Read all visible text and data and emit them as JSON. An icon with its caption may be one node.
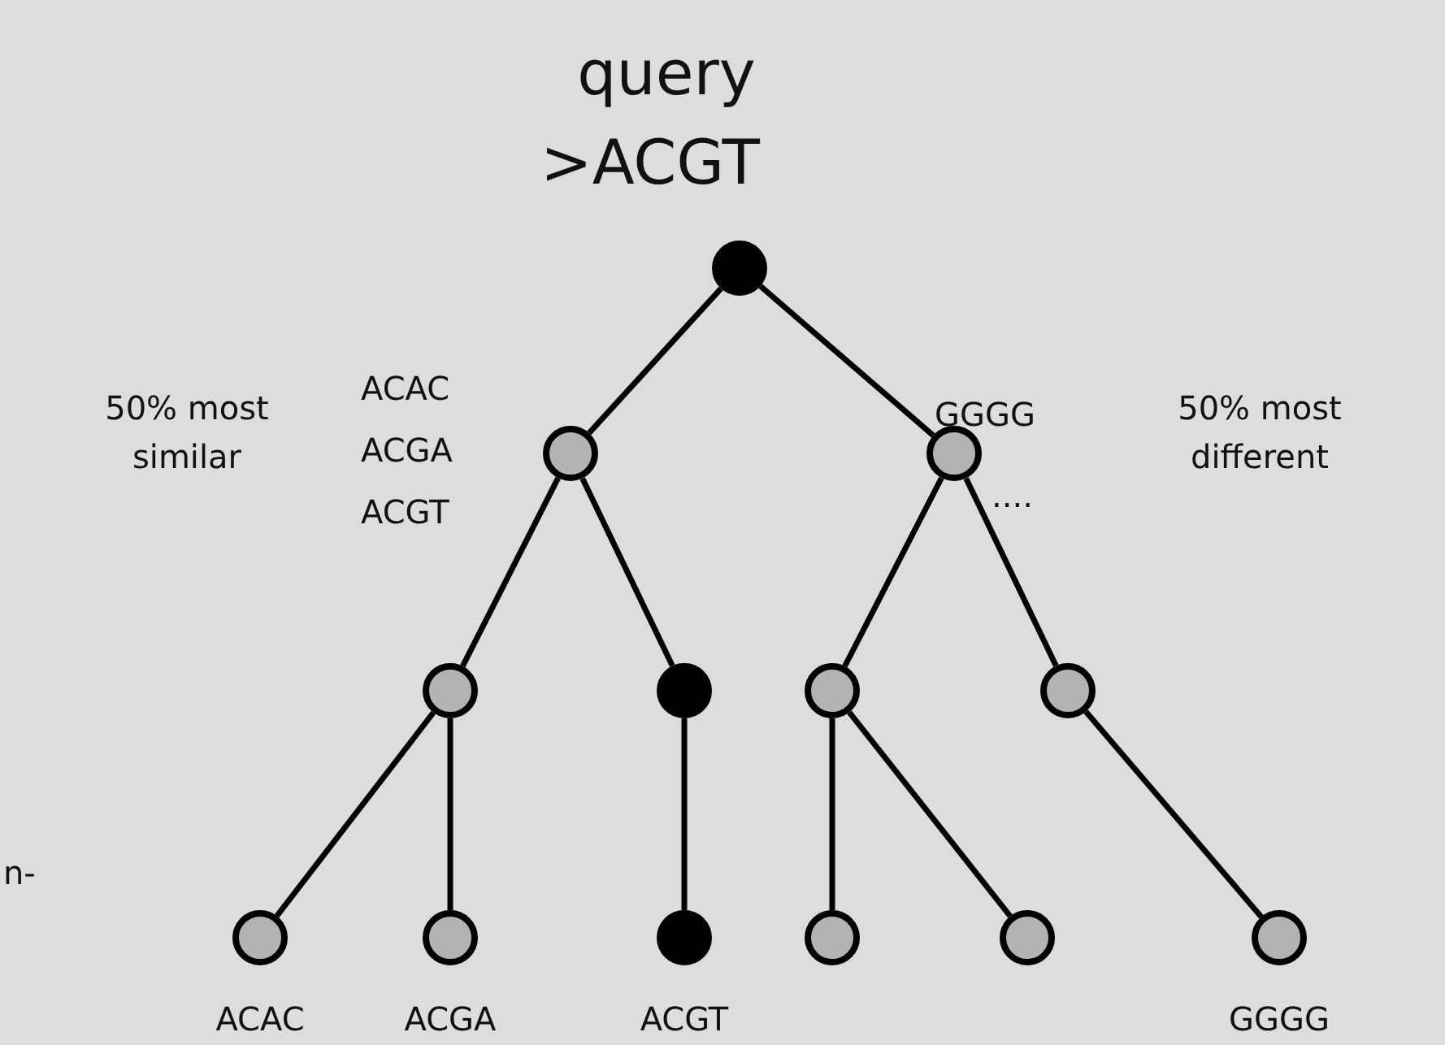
{
  "diagram": {
    "nodes": [
      {
        "text": [],
        "shape": "circle",
        "beside": [
          "query",
          ">ACGT"
        ]
      },
      {
        "text": [],
        "shape": "circle",
        "beside": [
          "ACAC ACGA ACGT"
        ]
      },
      {
        "text": [],
        "shape": "circle",
        "beside": [
          "GGGG",
          "...."
        ]
      },
      {
        "text": [],
        "shape": "circle"
      },
      {
        "text": [],
        "shape": "circle"
      },
      {
        "text": [],
        "shape": "circle"
      },
      {
        "text": [],
        "shape": "circle"
      },
      {
        "text": [],
        "shape": "circle",
        "beside": [
          "ACAC"
        ]
      },
      {
        "text": [],
        "shape": "circle",
        "beside": [
          "ACGA"
        ]
      },
      {
        "text": [],
        "shape": "circle",
        "beside": [
          "ACGT"
        ]
      },
      {
        "text": [],
        "shape": "circle"
      },
      {
        "text": [],
        "shape": "circle"
      },
      {
        "text": [],
        "shape": "circle",
        "beside": [
          "GGGG"
        ]
      }
    ],
    "edges": [
      {
        "from": 0,
        "to": 1,
        "arrow": "none"
      },
      {
        "from": 0,
        "to": 2,
        "arrow": "none"
      },
      {
        "from": 1,
        "to": 3,
        "arrow": "none"
      },
      {
        "from": 1,
        "to": 4,
        "arrow": "none"
      },
      {
        "from": 2,
        "to": 5,
        "arrow": "none"
      },
      {
        "from": 2,
        "to": 6,
        "arrow": "none"
      },
      {
        "from": 3,
        "to": 7,
        "arrow": "none"
      },
      {
        "from": 3,
        "to": 8,
        "arrow": "none"
      },
      {
        "from": 4,
        "to": 9,
        "arrow": "none"
      },
      {
        "from": 5,
        "to": 10,
        "arrow": "none"
      },
      {
        "from": 5,
        "to": 11,
        "arrow": "none"
      },
      {
        "from": 6,
        "to": 12,
        "arrow": "none"
      }
    ],
    "labels": [
      "50% most similar",
      "50% most different",
      "n-"
    ]
  }
}
